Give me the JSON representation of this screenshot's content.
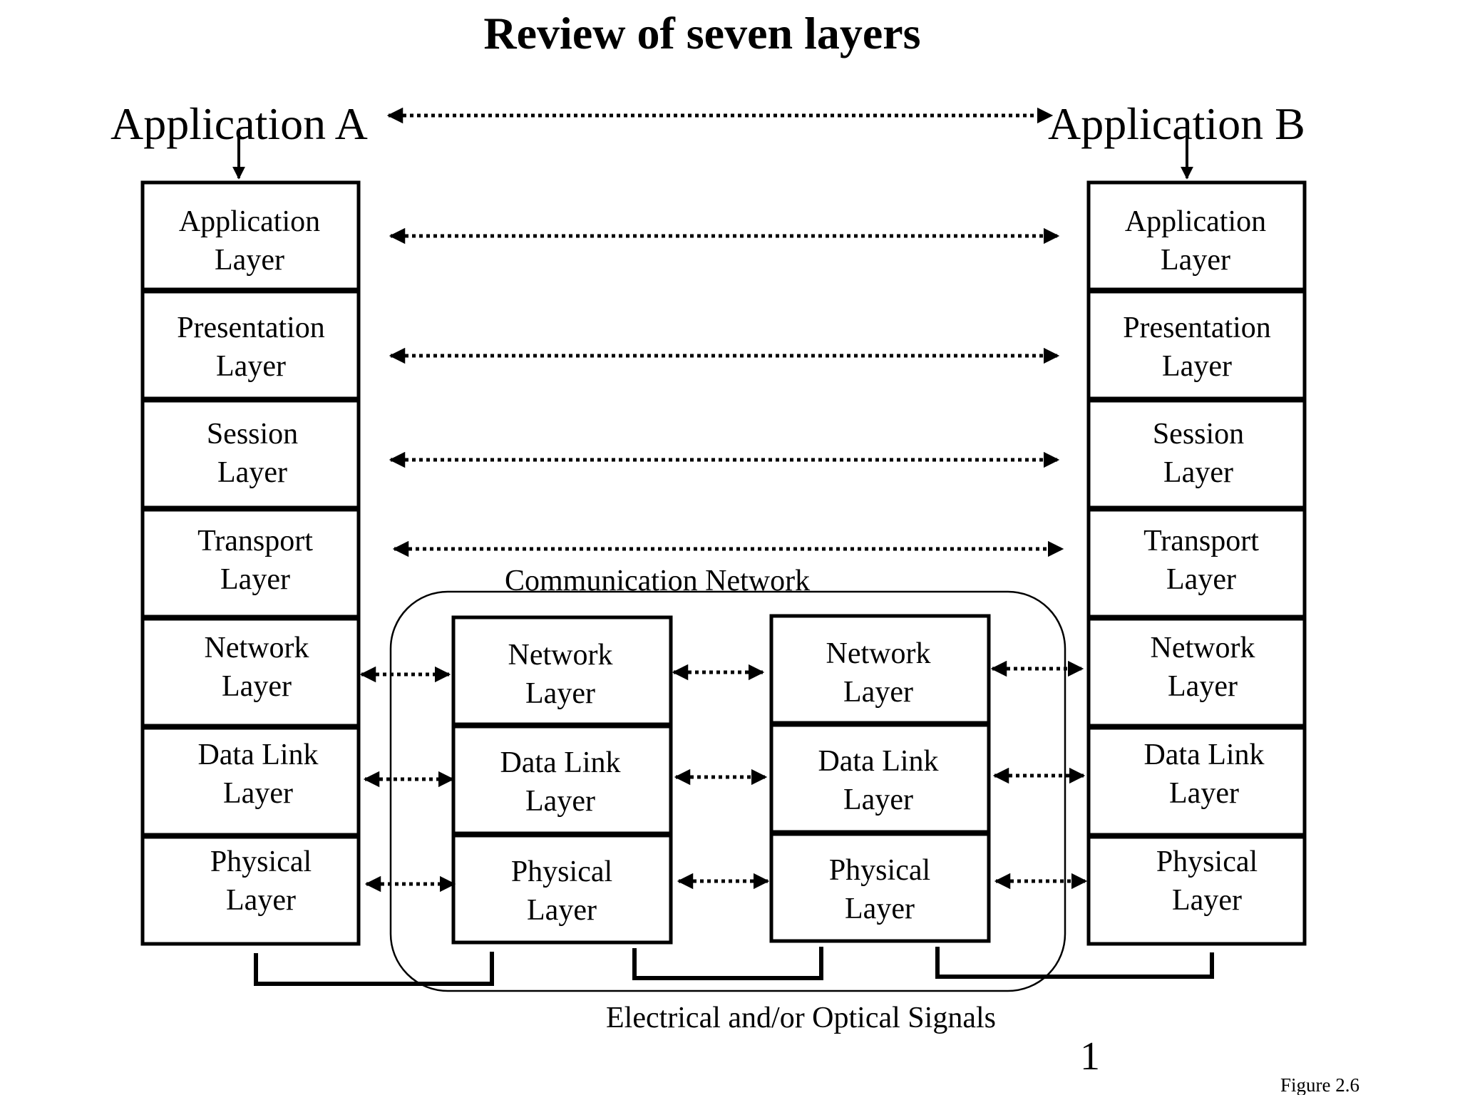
{
  "title": "Review of seven layers",
  "app_a": "Application A",
  "app_b": "Application B",
  "layers": [
    {
      "line1": "Application",
      "line2": "Layer"
    },
    {
      "line1": "Presentation",
      "line2": "Layer"
    },
    {
      "line1": "Session",
      "line2": "Layer"
    },
    {
      "line1": "Transport",
      "line2": "Layer"
    },
    {
      "line1": "Network",
      "line2": "Layer"
    },
    {
      "line1": "Data Link",
      "line2": "Layer"
    },
    {
      "line1": "Physical",
      "line2": "Layer"
    }
  ],
  "network_label": "Communication Network",
  "signals_label": "Electrical and/or Optical Signals",
  "page_number": "1",
  "figure_label": "Figure 2.6"
}
